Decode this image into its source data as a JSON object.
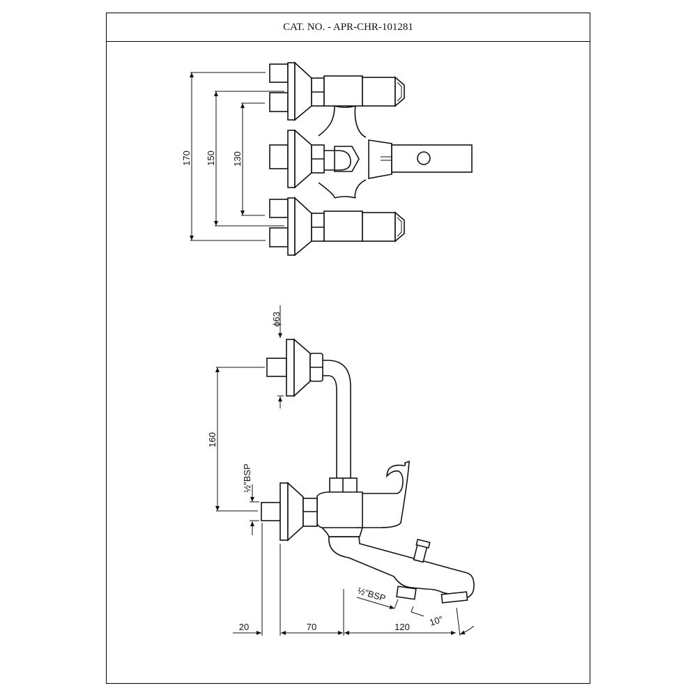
{
  "title": "CAT. NO. - APR-CHR-101281",
  "top_view": {
    "dims": {
      "outer": "170",
      "middle": "150",
      "inner": "130"
    }
  },
  "side_view": {
    "dims": {
      "flange_diameter": "ϕ63",
      "inlet_spacing": "160",
      "inlet_thread": "½\"BSP",
      "outlet_thread": "½\"BSP",
      "stub_length": "20",
      "body_offset": "70",
      "spout_reach": "120",
      "spout_angle": "10°"
    }
  }
}
